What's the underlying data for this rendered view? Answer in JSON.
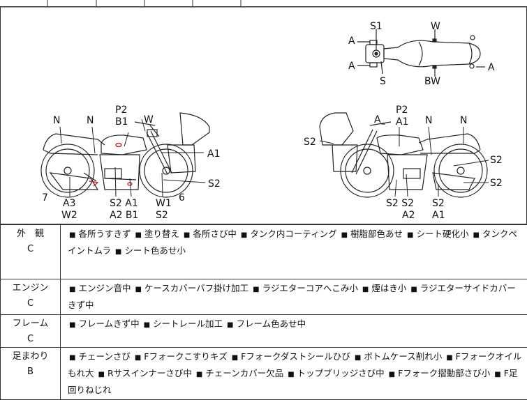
{
  "labels": {
    "top": {
      "S1": "S1",
      "W": "W",
      "A1": "A",
      "A2": "A",
      "A3": "A",
      "S": "S",
      "BW": "BW"
    },
    "left": {
      "N1": "N",
      "N2": "N",
      "P2": "P2",
      "B1": "B1",
      "W": "W",
      "A1": "A1",
      "S2r": "S2",
      "seven": "7",
      "six": "6",
      "A3": "A3",
      "W2": "W2",
      "S2A1": "S2 A1",
      "A2B1": "A2 B1",
      "W1": "W1",
      "S2b": "S2"
    },
    "right": {
      "A": "A",
      "P2": "P2",
      "A1": "A1",
      "N1": "N",
      "N2": "N",
      "S2l": "S2",
      "S2r1": "S2",
      "S2r2": "S2",
      "S2S2": "S2 S2",
      "A2": "A2",
      "S2b": "S2",
      "A1b": "A1"
    }
  },
  "conditions": [
    {
      "category": "外　観",
      "grade": "C",
      "items": [
        "各所うすきず",
        "塗り替え",
        "各所さび中",
        "タンク内コーティング",
        "樹脂部色あせ",
        "シート硬化小",
        "タンクペイントムラ",
        "シート色あせ小"
      ]
    },
    {
      "category": "エンジン",
      "grade": "C",
      "items": [
        "エンジン音中",
        "ケースカバーバフ掛け加工",
        "ラジエターコアへこみ小",
        "煙はき小",
        "ラジエターサイドカバーきず中"
      ]
    },
    {
      "category": "フレーム",
      "grade": "C",
      "items": [
        "フレームきず中",
        "シートレール加工",
        "フレーム色あせ中"
      ]
    },
    {
      "category": "足まわり",
      "grade": "B",
      "items": [
        "チェーンさび",
        "Fフォークこすりキズ",
        "Fフォークダストシールひび",
        "ボトムケース削れ小",
        "Fフォークオイルもれ大",
        "Rサスインナーさび中",
        "チェーンカバー欠品",
        "トップブリッジさび中",
        "Fフォーク摺動部さび小",
        "F足回りねじれ"
      ]
    }
  ]
}
